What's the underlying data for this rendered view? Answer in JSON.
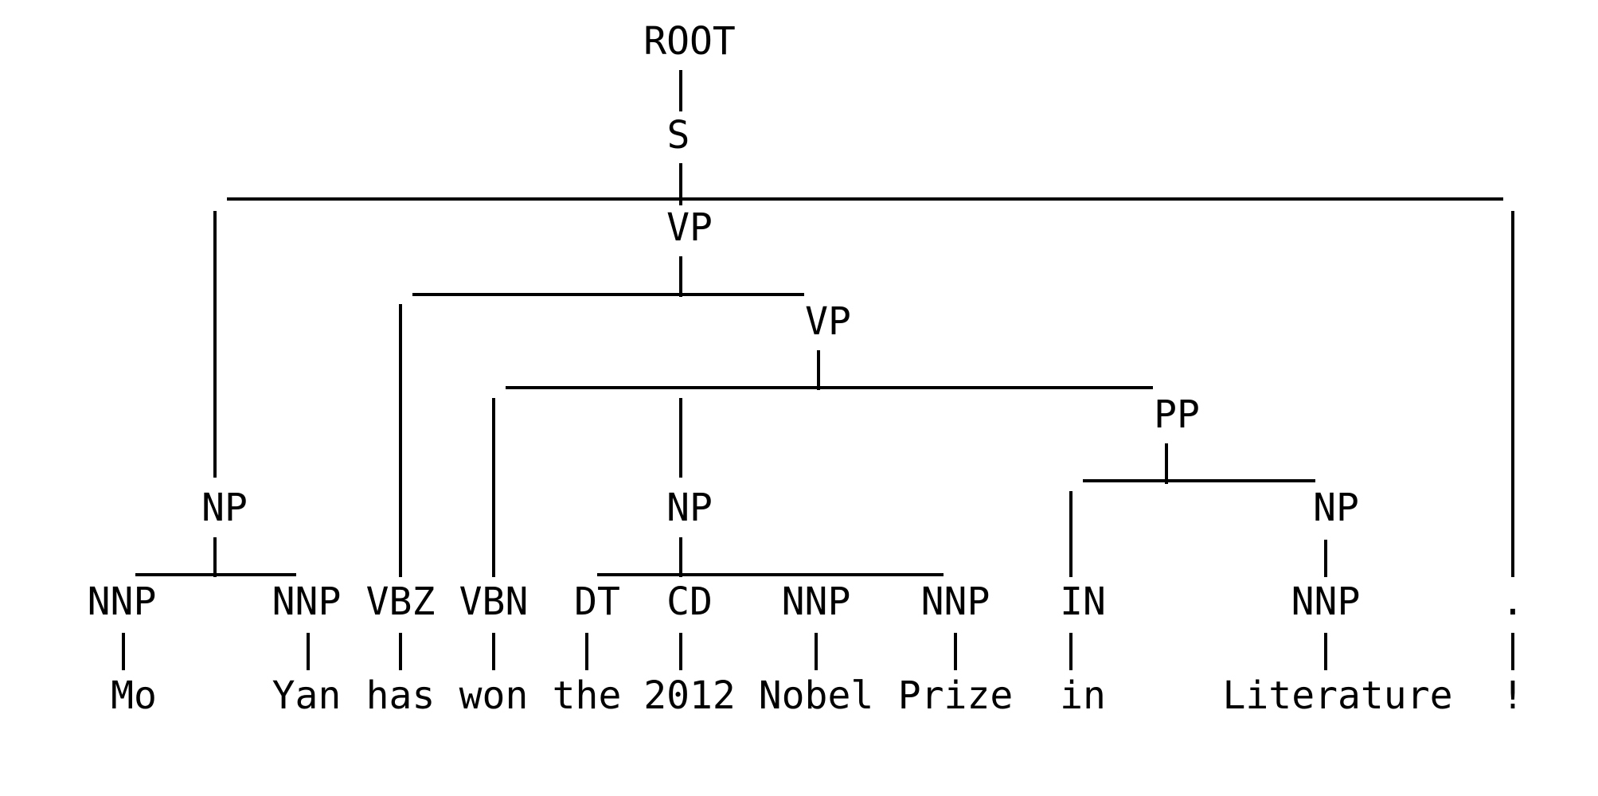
{
  "tree": {
    "nodes": {
      "root": "ROOT",
      "s": "S",
      "vp1": "VP",
      "vp2": "VP",
      "pp": "PP",
      "np_subject": "NP",
      "np_object": "NP",
      "np_literature": "NP",
      "nnp_mo": "NNP",
      "nnp_yan": "NNP",
      "vbz": "VBZ",
      "vbn": "VBN",
      "dt": "DT",
      "cd": "CD",
      "nnp_nobel": "NNP",
      "nnp_prize": "NNP",
      "in": "IN",
      "nnp_literature": "NNP",
      "punct": "."
    },
    "words": {
      "mo": "Mo",
      "yan": "Yan",
      "has": "has",
      "won": "won",
      "the": "the",
      "year": "2012",
      "nobel": "Nobel",
      "prize": "Prize",
      "in": "in",
      "literature": "Literature",
      "exclaim": "!"
    }
  }
}
